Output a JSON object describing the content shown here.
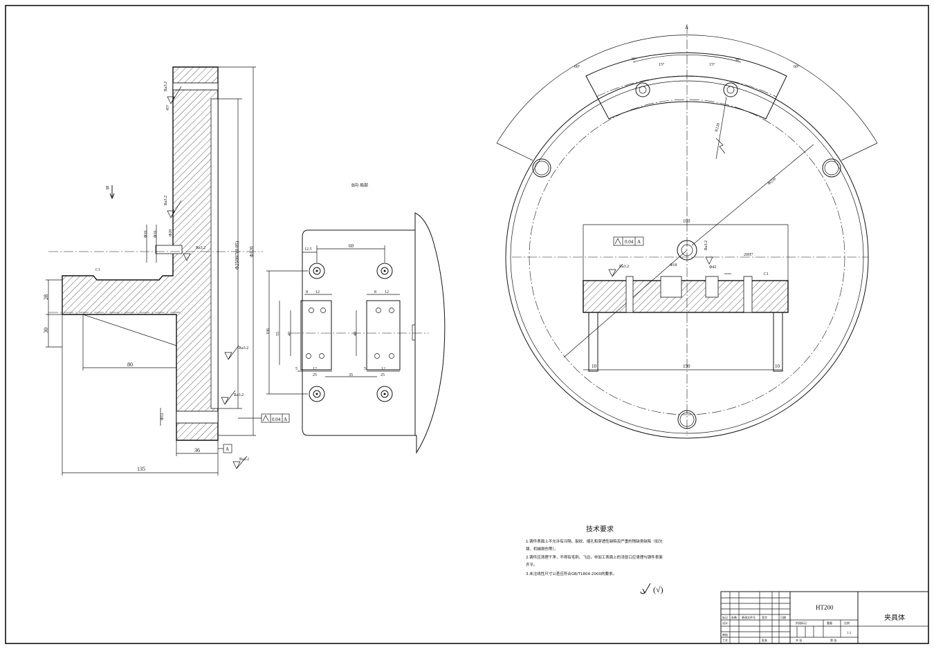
{
  "labels": {
    "view_b": "B",
    "view_b_caption": "B向 局部",
    "mark_a_top": "A",
    "mark_a_left": "A"
  },
  "roughness": {
    "ra32": "Ra3.2",
    "ra32_alt": "Ra3.2"
  },
  "left_view": {
    "dim_135": "135",
    "dim_80": "80",
    "dim_36": "36",
    "dim_28": "28",
    "dim_30": "30",
    "dim_phi120": "Φ120",
    "dim_phi250": "Φ250H7(0.05)",
    "dim_phi16a": "Φ16",
    "dim_phi16b": "Φ16",
    "dim_phi20": "Φ20",
    "dim_c1": "C1",
    "dim_phi12": "Φ12",
    "dim_45": "45°",
    "datum_tol": "0.04",
    "datum_ref": "A",
    "datum_box": "A"
  },
  "middle_view": {
    "dim_60": "60",
    "dim_12_5": "12.5",
    "dim_106": "106",
    "dim_55": "55",
    "dim_40a": "40",
    "dim_40b": "40",
    "dim_8a": "8",
    "dim_12a": "12",
    "dim_8b": "8",
    "dim_12b": "12",
    "dim_5a": "5",
    "dim_12c": "12",
    "dim_5b": "5",
    "dim_12d": "12",
    "dim_25a": "25",
    "dim_25b": "25",
    "dim_35": "35"
  },
  "right_view": {
    "angle_60l": "60°",
    "angle_30l": "30°",
    "angle_15l": "15°",
    "angle_15r": "15°",
    "angle_30r": "30°",
    "angle_60r": "60°",
    "dim_r120": "R120",
    "dim_phi250": "Φ250",
    "dim_180": "180",
    "dim_190": "190",
    "dim_10l": "10",
    "dim_10r": "10",
    "dim_phi18": "Φ18",
    "dim_phi42": "Φ42",
    "dim_h": "20H7",
    "dim_c1": "C1",
    "datum_tol": "0.04",
    "datum_ref": "A"
  },
  "tech": {
    "title": "技术要求",
    "line1": "1.铸件表面上不允许有冷隔、裂纹、缩孔和穿透性缺陷及严重的残缺类缺陷（如欠",
    "line1b": "铸、机械损伤等）。",
    "line2": "2.铸件应清理干净，不得有毛刺、飞边，非加工表面上的浇冒口应清理与铸件表面",
    "line2b": "齐平。",
    "line3": "3.未注线性尺寸公差应符合GB/T1804-2000的要求。",
    "rough_other": "(√)"
  },
  "title_block": {
    "material": "HT200",
    "part_name": "夹具体",
    "scale": "1:1",
    "col_mark": "标记",
    "col_count": "处数",
    "col_doc": "更改文件号",
    "col_sign": "签字",
    "col_date": "日期",
    "row_design": "设计",
    "row_check": "审核",
    "row_process": "工艺",
    "row_approve": "批准",
    "stage_mark": "阶段标记",
    "weight": "重量",
    "ratio": "比例",
    "sheet_total": "共 张",
    "sheet_no": "第 张"
  }
}
